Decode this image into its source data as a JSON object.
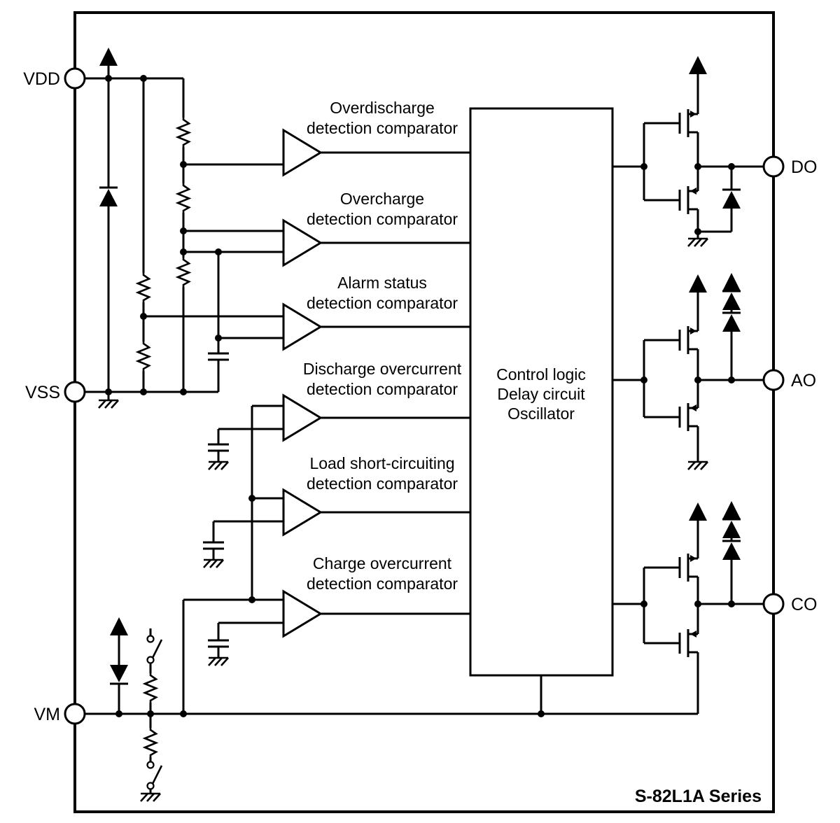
{
  "series_label": "S-82L1A Series",
  "pins": {
    "vdd": {
      "label": "VDD"
    },
    "vss": {
      "label": "VSS"
    },
    "vm": {
      "label": "VM"
    },
    "do": {
      "label": "DO"
    },
    "ao": {
      "label": "AO"
    },
    "co": {
      "label": "CO"
    }
  },
  "comparators": [
    {
      "id": "overdischarge-detection-comparator",
      "line1": "Overdischarge",
      "line2": "detection comparator"
    },
    {
      "id": "overcharge-detection-comparator",
      "line1": "Overcharge",
      "line2": "detection comparator"
    },
    {
      "id": "alarm-status-detection-comparator",
      "line1": "Alarm status",
      "line2": "detection comparator"
    },
    {
      "id": "discharge-overcurrent-detection-comparator",
      "line1": "Discharge overcurrent",
      "line2": "detection comparator"
    },
    {
      "id": "load-short-circuiting-detection-comparator",
      "line1": "Load short-circuiting",
      "line2": "detection comparator"
    },
    {
      "id": "charge-overcurrent-detection-comparator",
      "line1": "Charge overcurrent",
      "line2": "detection comparator"
    }
  ],
  "control_block": {
    "line1": "Control logic",
    "line2": "Delay circuit",
    "line3": "Oscillator"
  },
  "colors": {
    "line": "#000000",
    "background": "#ffffff"
  }
}
